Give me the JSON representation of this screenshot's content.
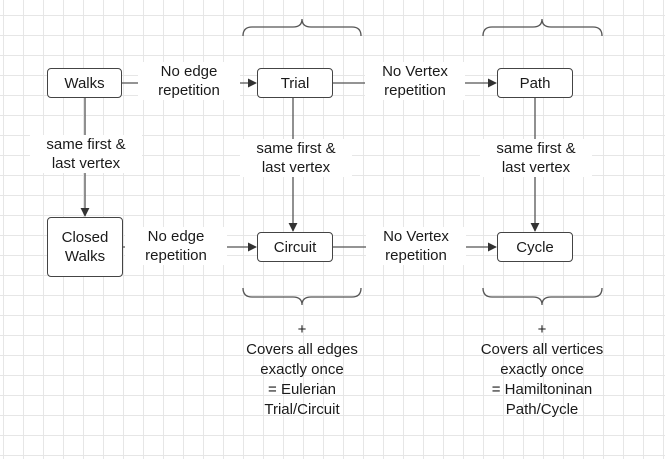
{
  "nodes": {
    "walks": "Walks",
    "trial": "Trial",
    "path": "Path",
    "closed_walks": "Closed\nWalks",
    "circuit": "Circuit",
    "cycle": "Cycle"
  },
  "edge_labels": {
    "walks_trial": "No edge\nrepetition",
    "trial_path": "No Vertex\nrepetition",
    "closed_circuit": "No edge\nrepetition",
    "circuit_cycle": "No Vertex\nrepetition",
    "walks_closed": "same first &\nlast vertex",
    "trial_circuit": "same first &\nlast vertex",
    "path_cycle": "same first &\nlast vertex"
  },
  "notes": {
    "eulerian": "+\nCovers all edges\nexactly once\n= Eulerian\nTrial/Circuit",
    "hamiltonian": "+\nCovers all vertices\nexactly once\n= Hamiltoninan\nPath/Cycle"
  }
}
